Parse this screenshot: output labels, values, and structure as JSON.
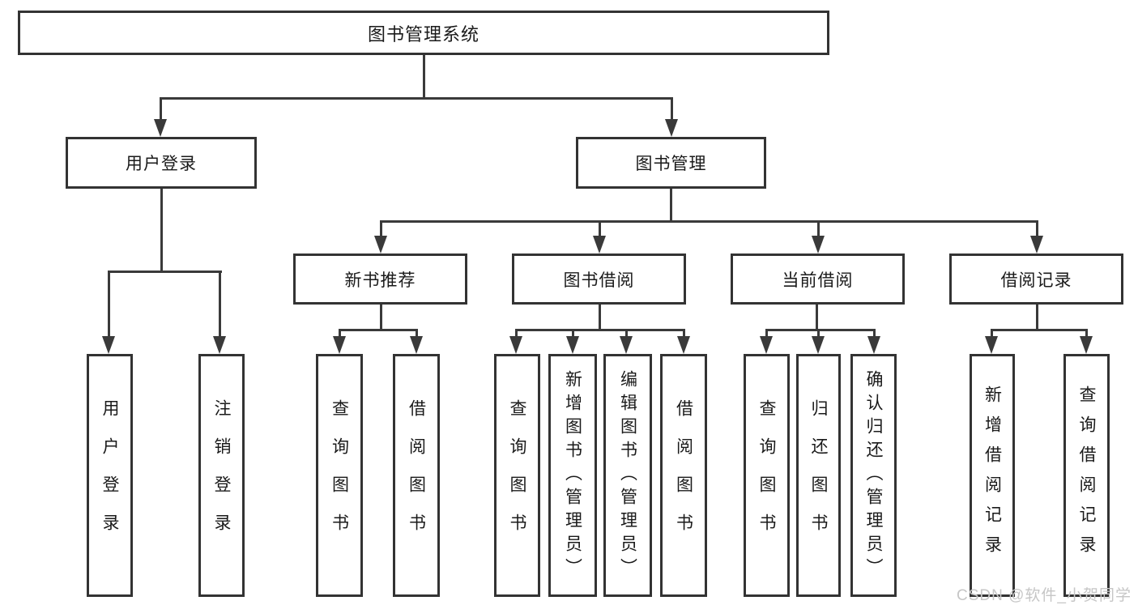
{
  "diagram": {
    "type": "tree",
    "root": {
      "label": "图书管理系统",
      "children": [
        {
          "label": "用户登录",
          "children": [
            {
              "label": "用户登录"
            },
            {
              "label": "注销登录"
            }
          ]
        },
        {
          "label": "图书管理",
          "children": [
            {
              "label": "新书推荐",
              "children": [
                {
                  "label": "查询图书"
                },
                {
                  "label": "借阅图书"
                }
              ]
            },
            {
              "label": "图书借阅",
              "children": [
                {
                  "label": "查询图书"
                },
                {
                  "label": "新增图书（管理员）"
                },
                {
                  "label": "编辑图书（管理员）"
                },
                {
                  "label": "借阅图书"
                }
              ]
            },
            {
              "label": "当前借阅",
              "children": [
                {
                  "label": "查询图书"
                },
                {
                  "label": "归还图书"
                },
                {
                  "label": "确认归还（管理员）"
                }
              ]
            },
            {
              "label": "借阅记录",
              "children": [
                {
                  "label": "新增借阅记录"
                },
                {
                  "label": "查询借阅记录"
                }
              ]
            }
          ]
        }
      ]
    }
  },
  "watermark": {
    "text": "CSDN @软件_小贺同学",
    "color": "#c6c6c6"
  },
  "colors": {
    "line": "#3a3a3a",
    "box_border": "#333333",
    "box_bg": "#ffffff",
    "text": "#1a1a1a"
  }
}
